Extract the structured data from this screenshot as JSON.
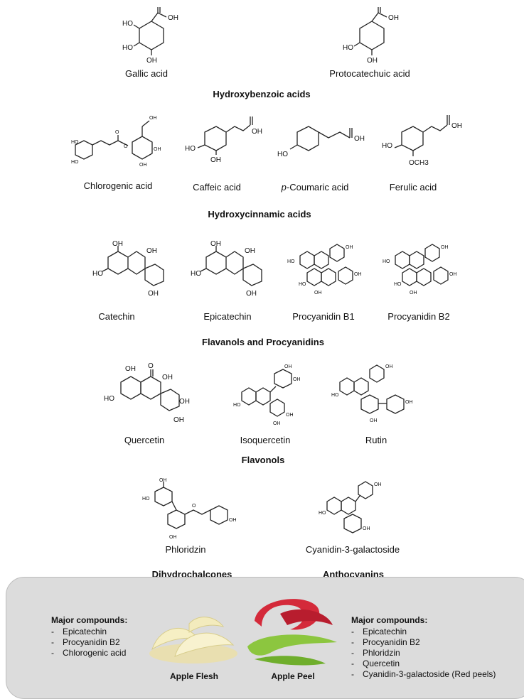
{
  "groups": [
    {
      "title": "Hydroxybenzoic acids",
      "compounds": [
        "Gallic acid",
        "Protocatechuic acid"
      ]
    },
    {
      "title": "Hydroxycinnamic acids",
      "compounds": [
        "Chlorogenic acid",
        "Caffeic acid",
        "p-Coumaric acid",
        "Ferulic acid"
      ]
    },
    {
      "title": "Flavanols and Procyanidins",
      "compounds": [
        "Catechin",
        "Epicatechin",
        "Procyanidin B1",
        "Procyanidin B2"
      ]
    },
    {
      "title": "Flavonols",
      "compounds": [
        "Quercetin",
        "Isoquercetin",
        "Rutin"
      ]
    },
    {
      "title": "Dihydrochalcones",
      "compounds": [
        "Phloridzin"
      ]
    },
    {
      "title": "Anthocyanins",
      "compounds": [
        "Cyanidin-3-galactoside"
      ]
    }
  ],
  "atoms": {
    "ho": "HO",
    "oh": "OH",
    "o": "O",
    "och3": "OCH3"
  },
  "italic_prefix": "p",
  "coumaric_rest": "-Coumaric acid",
  "apples": {
    "flesh": {
      "label": "Apple Flesh",
      "title": "Major compounds:",
      "items": [
        "Epicatechin",
        "Procyanidin B2",
        "Chlorogenic acid"
      ]
    },
    "peel": {
      "label": "Apple Peel",
      "title": "Major compounds:",
      "items": [
        "Epicatechin",
        "Procyanidin B2",
        "Phloridzin",
        "Quercetin",
        "Cyanidin-3-galactoside (Red peels)"
      ]
    }
  },
  "colors": {
    "panel": "#dcdcdc",
    "flesh": "#f3ecb0",
    "peel_red": "#d42a3a",
    "peel_green": "#8cc63f"
  }
}
